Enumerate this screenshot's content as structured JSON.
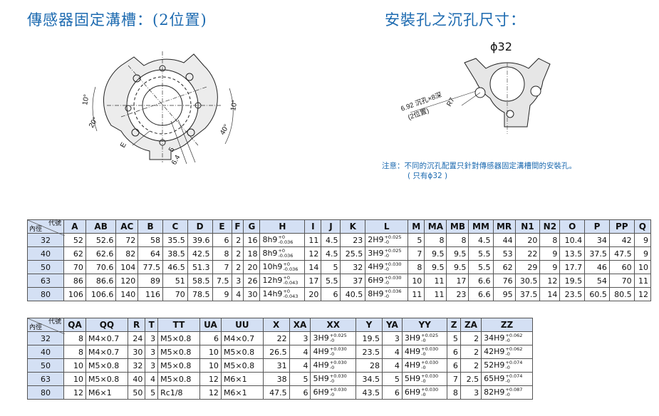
{
  "header": {
    "left_title": "傳感器固定溝槽：(2位置)",
    "right_title": "安裝孔之沉孔尺寸："
  },
  "left_drawing": {
    "labels": [
      "10°",
      "20°",
      "10°",
      "40°",
      "E",
      "5",
      "6.4"
    ]
  },
  "right_drawing": {
    "diameter": "ϕ32",
    "labels": [
      "6.92 沉孔×8深",
      "(2位置)",
      "R7"
    ]
  },
  "note": {
    "line1": "注意：不同的沉孔配置只針對傳感器固定溝槽間的安裝孔。",
    "line2": "( 只有ϕ32 )"
  },
  "table1": {
    "corner_top": "代號",
    "corner_bottom": "內徑",
    "headers": [
      "A",
      "AB",
      "AC",
      "B",
      "C",
      "D",
      "E",
      "F",
      "G",
      "H",
      "I",
      "J",
      "K",
      "L",
      "M",
      "MA",
      "MB",
      "MM",
      "MR",
      "N1",
      "N2",
      "O",
      "P",
      "PP",
      "Q"
    ],
    "rows": [
      {
        "bore": "32",
        "cells": [
          "52",
          "52.6",
          "72",
          "58",
          "35.5",
          "39.6",
          "6",
          "2",
          "16",
          {
            "v": "8h9",
            "u": "+0",
            "l": "-0.036"
          },
          "11",
          "4.5",
          "23",
          {
            "v": "2H9",
            "u": "+0.025",
            "l": "-0"
          },
          "5",
          "8",
          "8",
          "4.5",
          "44",
          "20",
          "8",
          "10.4",
          "34",
          "42",
          "9"
        ]
      },
      {
        "bore": "40",
        "cells": [
          "62",
          "62.6",
          "82",
          "64",
          "38.5",
          "42.5",
          "8",
          "2",
          "18",
          {
            "v": "8h9",
            "u": "+0",
            "l": "-0.036"
          },
          "12",
          "4.5",
          "25.5",
          {
            "v": "3H9",
            "u": "+0.025",
            "l": "-0"
          },
          "7",
          "9.5",
          "9.5",
          "5.5",
          "53",
          "22",
          "9",
          "13.5",
          "37.5",
          "47.5",
          "9"
        ]
      },
      {
        "bore": "50",
        "cells": [
          "70",
          "70.6",
          "104",
          "77.5",
          "46.5",
          "51.3",
          "7",
          "2",
          "20",
          {
            "v": "10h9",
            "u": "+0",
            "l": "-0.036"
          },
          "14",
          "5",
          "32",
          {
            "v": "4H9",
            "u": "+0.030",
            "l": "-0"
          },
          "8",
          "9.5",
          "9.5",
          "5.5",
          "62",
          "29",
          "9",
          "17.7",
          "46",
          "60",
          "10"
        ]
      },
      {
        "bore": "63",
        "cells": [
          "86",
          "86.6",
          "120",
          "89",
          "51",
          "58.5",
          "7.5",
          "3",
          "26",
          {
            "v": "12h9",
            "u": "+0",
            "l": "-0.043"
          },
          "17",
          "5.5",
          "37",
          {
            "v": "6H9",
            "u": "+0.030",
            "l": "-0"
          },
          "10",
          "11",
          "17",
          "6.6",
          "76",
          "30.5",
          "12",
          "19.5",
          "54",
          "70",
          "11"
        ]
      },
      {
        "bore": "80",
        "cells": [
          "106",
          "106.6",
          "140",
          "116",
          "70",
          "78.5",
          "9",
          "4",
          "30",
          {
            "v": "14h9",
            "u": "+0",
            "l": "-0.043"
          },
          "20",
          "6",
          "40.5",
          {
            "v": "8H9",
            "u": "+0.036",
            "l": "-0"
          },
          "11",
          "11",
          "23",
          "6.6",
          "95",
          "37.5",
          "14",
          "23.5",
          "60.5",
          "80.5",
          "12"
        ]
      }
    ]
  },
  "table2": {
    "corner_top": "代號",
    "corner_bottom": "內徑",
    "headers": [
      "QA",
      "QQ",
      "R",
      "T",
      "TT",
      "UA",
      "UU",
      "X",
      "XA",
      "XX",
      "Y",
      "YA",
      "YY",
      "Z",
      "ZA",
      "ZZ"
    ],
    "rows": [
      {
        "bore": "32",
        "cells": [
          "8",
          "M4×0.7",
          "24",
          "3",
          "M5×0.8",
          "6",
          "M4×0.7",
          "22",
          "3",
          {
            "v": "3H9",
            "u": "+0.025",
            "l": "-0"
          },
          "19.5",
          "3",
          {
            "v": "3H9",
            "u": "+0.025",
            "l": "-0"
          },
          "5",
          "2",
          {
            "v": "34H9",
            "u": "+0.062",
            "l": "-0"
          }
        ]
      },
      {
        "bore": "40",
        "cells": [
          "8",
          "M4×0.7",
          "30",
          "3",
          "M5×0.8",
          "10",
          "M5×0.8",
          "26.5",
          "4",
          {
            "v": "4H9",
            "u": "+0.030",
            "l": "-0"
          },
          "23.5",
          "4",
          {
            "v": "4H9",
            "u": "+0.030",
            "l": "-0"
          },
          "6",
          "2",
          {
            "v": "42H9",
            "u": "+0.062",
            "l": "-0"
          }
        ]
      },
      {
        "bore": "50",
        "cells": [
          "10",
          "M5×0.8",
          "32",
          "3",
          "M5×0.8",
          "10",
          "M5×0.8",
          "31",
          "4",
          {
            "v": "4H9",
            "u": "+0.030",
            "l": "-0"
          },
          "28",
          "4",
          {
            "v": "4H9",
            "u": "+0.030",
            "l": "-0"
          },
          "6",
          "2",
          {
            "v": "52H9",
            "u": "+0.074",
            "l": "-0"
          }
        ]
      },
      {
        "bore": "63",
        "cells": [
          "10",
          "M5×0.8",
          "40",
          "4",
          "M5×0.8",
          "12",
          "M6×1",
          "38",
          "5",
          {
            "v": "5H9",
            "u": "+0.030",
            "l": "-0"
          },
          "34.5",
          "5",
          {
            "v": "5H9",
            "u": "+0.030",
            "l": "-0"
          },
          "7",
          "2.5",
          {
            "v": "65H9",
            "u": "+0.074",
            "l": "-0"
          }
        ]
      },
      {
        "bore": "80",
        "cells": [
          "12",
          "M6×1",
          "50",
          "5",
          "Rc1/8",
          "12",
          "M6×1",
          "47.5",
          "6",
          {
            "v": "6H9",
            "u": "+0.030",
            "l": "-0"
          },
          "43.5",
          "6",
          {
            "v": "6H9",
            "u": "+0.030",
            "l": "-0"
          },
          "8",
          "3",
          {
            "v": "82H9",
            "u": "+0.087",
            "l": "-0"
          }
        ]
      }
    ]
  },
  "colors": {
    "title": "#1c6ab0",
    "header_bg": "#d4e0f4",
    "note": "#1c6ab0"
  }
}
